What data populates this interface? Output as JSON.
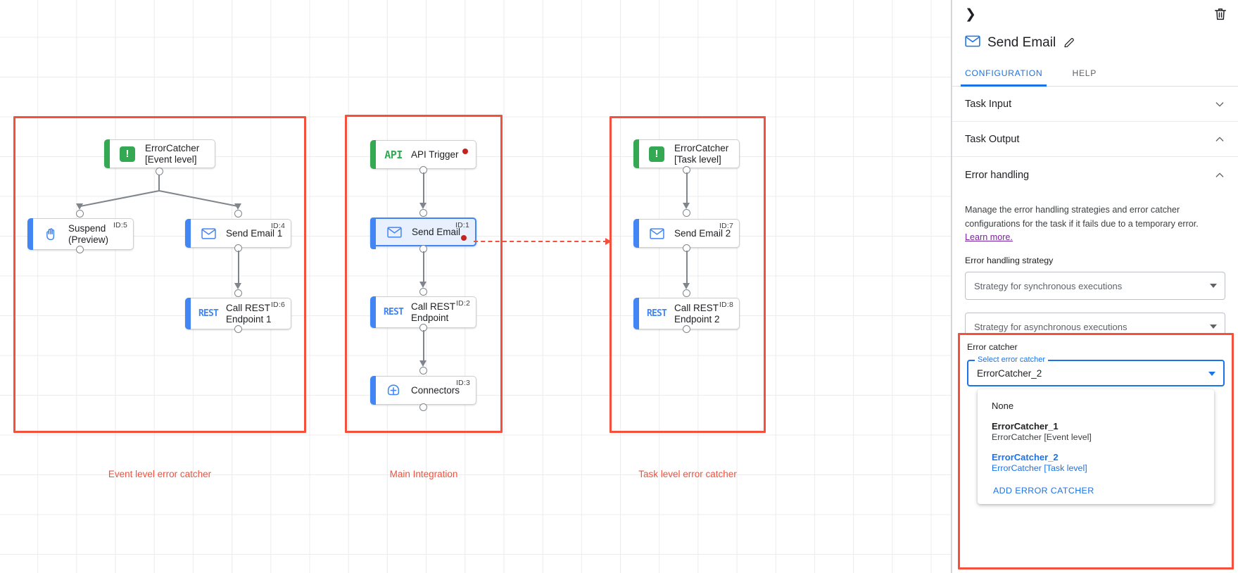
{
  "canvas": {
    "groups": [
      {
        "caption": "Event level error catcher"
      },
      {
        "caption": "Main Integration"
      },
      {
        "caption": "Task level error catcher"
      }
    ],
    "nodes": {
      "ec_event": {
        "label": "ErrorCatcher\n[Event level]",
        "icon": "error-catcher-icon",
        "id": ""
      },
      "suspend": {
        "label": "Suspend\n(Preview)",
        "icon": "suspend-hand-icon",
        "id": "ID:5"
      },
      "send_email_1": {
        "label": "Send Email 1",
        "icon": "email-icon",
        "id": "ID:4"
      },
      "call_rest_1": {
        "label": "Call REST\nEndpoint 1",
        "icon": "rest-icon",
        "id": "ID:6"
      },
      "api_trigger": {
        "label": "API Trigger",
        "icon": "api-icon",
        "id": ""
      },
      "send_email": {
        "label": "Send Email",
        "icon": "email-icon",
        "id": "ID:1"
      },
      "call_rest": {
        "label": "Call REST\nEndpoint",
        "icon": "rest-icon",
        "id": "ID:2"
      },
      "connectors": {
        "label": "Connectors",
        "icon": "connectors-icon",
        "id": "ID:3"
      },
      "ec_task": {
        "label": "ErrorCatcher\n[Task level]",
        "icon": "error-catcher-icon",
        "id": ""
      },
      "send_email_2": {
        "label": "Send Email 2",
        "icon": "email-icon",
        "id": "ID:7"
      },
      "call_rest_2": {
        "label": "Call REST\nEndpoint 2",
        "icon": "rest-icon",
        "id": "ID:8"
      }
    },
    "api_glyph": "API",
    "rest_glyph": "REST",
    "error_glyph": "!"
  },
  "panel": {
    "title": "Send Email",
    "title_icon": "email-icon",
    "edit_icon": "pencil-icon",
    "collapse_icon": "chevron-right-icon",
    "delete_icon": "trash-icon",
    "tabs": [
      {
        "label": "CONFIGURATION",
        "active": true
      },
      {
        "label": "HELP",
        "active": false
      }
    ],
    "sections": [
      {
        "label": "Task Input",
        "expanded": false
      },
      {
        "label": "Task Output",
        "expanded": true
      },
      {
        "label": "Error handling",
        "expanded": true
      }
    ],
    "error_handling": {
      "description": "Manage the error handling strategies and error catcher configurations for the task if it fails due to a temporary error.",
      "learn_more": "Learn more.",
      "strategy_label": "Error handling strategy",
      "sync_placeholder": "Strategy for synchronous executions",
      "async_placeholder": "Strategy for asynchronous executions"
    },
    "error_catcher": {
      "title": "Error catcher",
      "select_legend": "Select error catcher",
      "selected_value": "ErrorCatcher_2",
      "options": [
        {
          "name": "None",
          "sub": "",
          "selected": false,
          "bold": false
        },
        {
          "name": "ErrorCatcher_1",
          "sub": "ErrorCatcher [Event level]",
          "selected": false,
          "bold": true
        },
        {
          "name": "ErrorCatcher_2",
          "sub": "ErrorCatcher [Task level]",
          "selected": true,
          "bold": true
        }
      ],
      "add_action": "ADD ERROR CATCHER"
    }
  },
  "colors": {
    "accent_blue": "#1a73e8",
    "highlight_red": "#f4503c",
    "green": "#34a853",
    "error_dot": "#c5221f",
    "link_purple": "#7b1fa2"
  }
}
